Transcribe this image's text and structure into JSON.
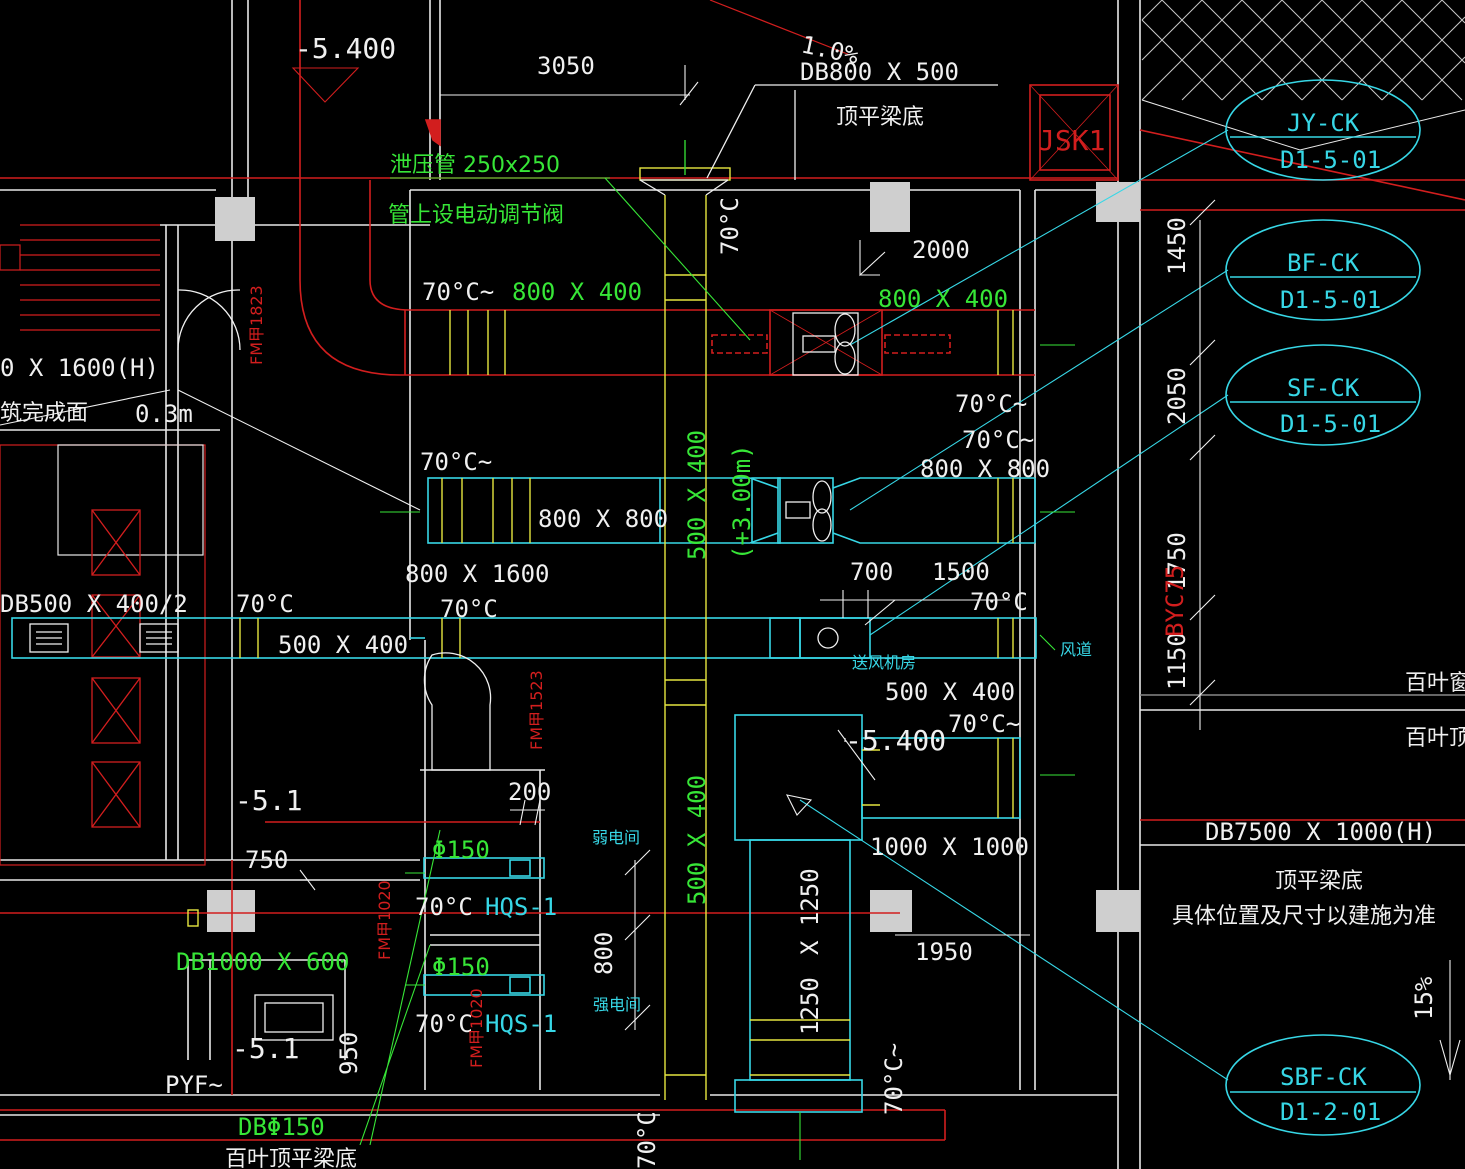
{
  "colors": {
    "background": "#000000",
    "wall": "#e8e8e8",
    "red": "#d21e1e",
    "cyan": "#37d7e6",
    "green": "#37e637",
    "white": "#f0f0f0",
    "yellow": "#e6e640",
    "gray": "#cfcfcf"
  },
  "labels": {
    "elev_top": "-5.400",
    "dim_3050": "3050",
    "slope": "1.0%",
    "db_top": "DB800  X 500",
    "beam_bottom_top": "顶平梁底",
    "jsk": "JSK1",
    "relief_pipe": "泄压管  250x250",
    "relief_note": "管上设电动调节阀",
    "t70_vertical": "70°C",
    "dim_2000": "2000",
    "duct_top_temp": "70°C~",
    "duct_top_size": "800  X 400",
    "duct_top_size_r": "800  X 400",
    "left_size": "0  X 1600(H)",
    "left_note": "筑完成面",
    "left_03": "0.3m",
    "fm_1823": "FM甲1823",
    "mid_temp_l": "70°C~",
    "mid_size_l": "800  X 800",
    "mid_size_r": "800  X 800",
    "mid_temp_r1": "70°C~",
    "mid_temp_r2": "70°C~",
    "vert_500_400": "500  X 400",
    "vert_elev": "(+3.00m)",
    "size_800_1600": "800  X 1600",
    "dim_700": "700",
    "dim_1500": "1500",
    "db500": "DB500   X 400/2",
    "t70_c": "70°C",
    "t70_c2": "70°C",
    "duct_500_400": "500  X 400",
    "t70_right": "70°C",
    "fan_room": "送风机房",
    "air_shaft": "风道",
    "size_500_400_r": "500  X 400",
    "t70_r3": "70°C~",
    "elev_mid": "-5.400",
    "fm_1523": "FM甲1523",
    "elev_51": "-5.1",
    "dim_200": "200",
    "phi150_a": "Φ150",
    "room_a": "弱电间",
    "t70_hqs_a": "70°C",
    "hqs_a": "HQS-1",
    "dim_750": "750",
    "fm_1020": "FM甲1020",
    "db1000": "DB1000   X 600",
    "phi150_b": "Φ150",
    "dim_800": "800",
    "room_b": "强电间",
    "t70_hqs_b": "70°C",
    "hqs_b": "HQS-1",
    "fm_1020b": "FM甲1020",
    "elev_51b": "-5.1",
    "dim_950": "950",
    "pyf": "PYF~",
    "dbphi150": "DBΦ150",
    "beam_bottom_low": "百叶顶平梁底",
    "vert_500_400_low": "500  X 400",
    "size_1000": "1000  X 1000",
    "dim_1950": "1950",
    "x1250": "X 1250",
    "d1250": "1250",
    "t70_low": "70°C~",
    "t70_bottom": "70°C",
    "db7500": "DB7500   X 1000(H)",
    "beam_bottom_r": "顶平梁底",
    "build_note": "具体位置及尺寸以建施为准",
    "louver_1": "百叶窗",
    "louver_2": "百叶顶",
    "dim_1450": "1450",
    "dim_2050": "2050",
    "dim_1750": "1750",
    "dim_1150": "1150",
    "byc": "BYC75",
    "slope_15": "15%"
  },
  "tags": [
    {
      "code": "JY-CK",
      "ref": "D1-5-01"
    },
    {
      "code": "BF-CK",
      "ref": "D1-5-01"
    },
    {
      "code": "SF-CK",
      "ref": "D1-5-01"
    },
    {
      "code": "SBF-CK",
      "ref": "D1-2-01"
    }
  ]
}
